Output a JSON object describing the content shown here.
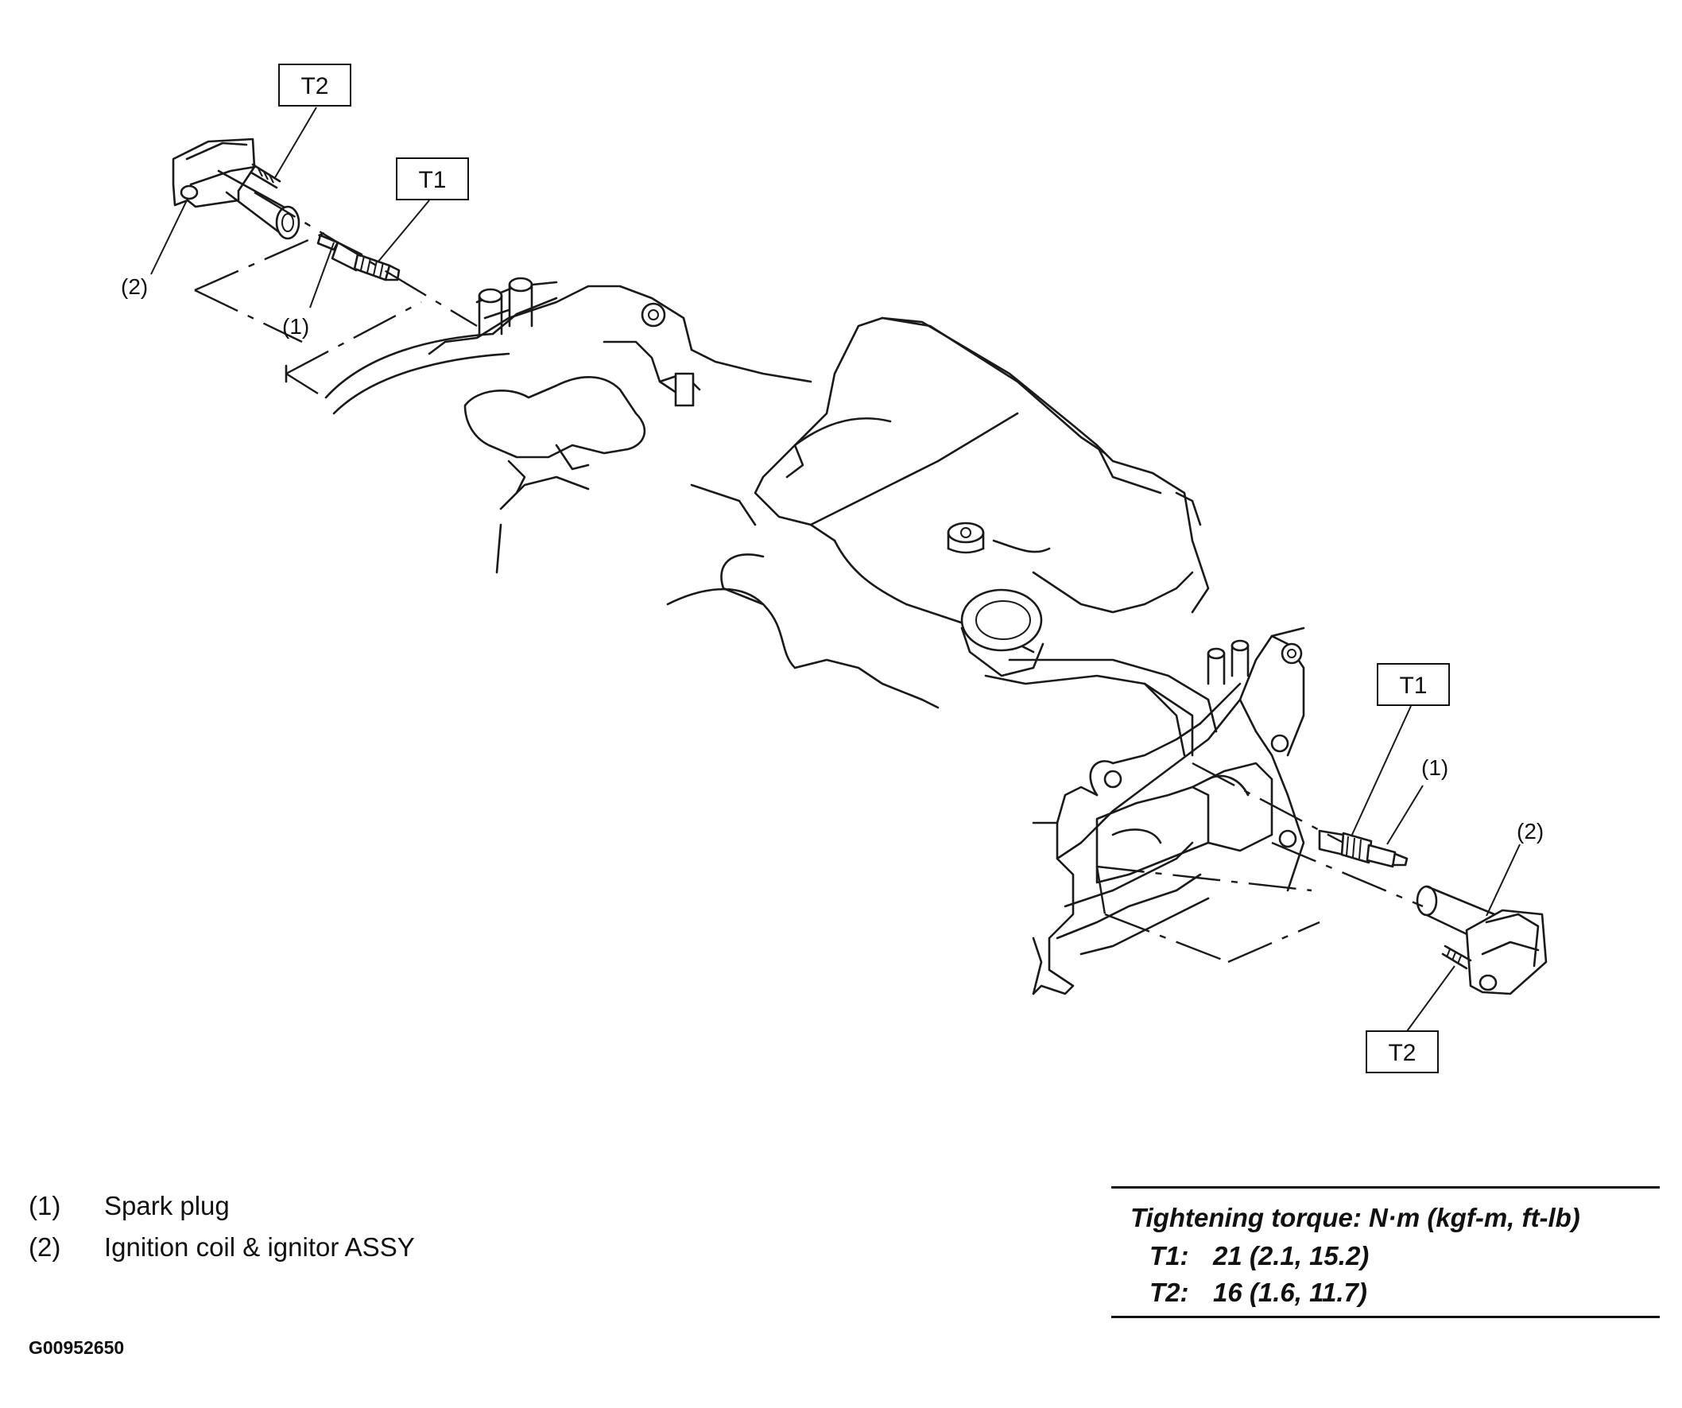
{
  "callouts": {
    "t2_top": "T2",
    "t1_top": "T1",
    "t1_right": "T1",
    "t2_bottom": "T2",
    "n2_left": "(2)",
    "n1_left": "(1)",
    "n1_right": "(1)",
    "n2_right": "(2)"
  },
  "legend": {
    "items": [
      {
        "num": "(1)",
        "text": "Spark plug"
      },
      {
        "num": "(2)",
        "text": "Ignition coil & ignitor ASSY"
      }
    ]
  },
  "torque": {
    "title": "Tightening torque: N·m (kgf-m, ft-lb)",
    "rows": [
      {
        "label": "T1:",
        "value": "21 (2.1, 15.2)"
      },
      {
        "label": "T2:",
        "value": "16 (1.6, 11.7)"
      }
    ]
  },
  "figure_id": "G00952650"
}
